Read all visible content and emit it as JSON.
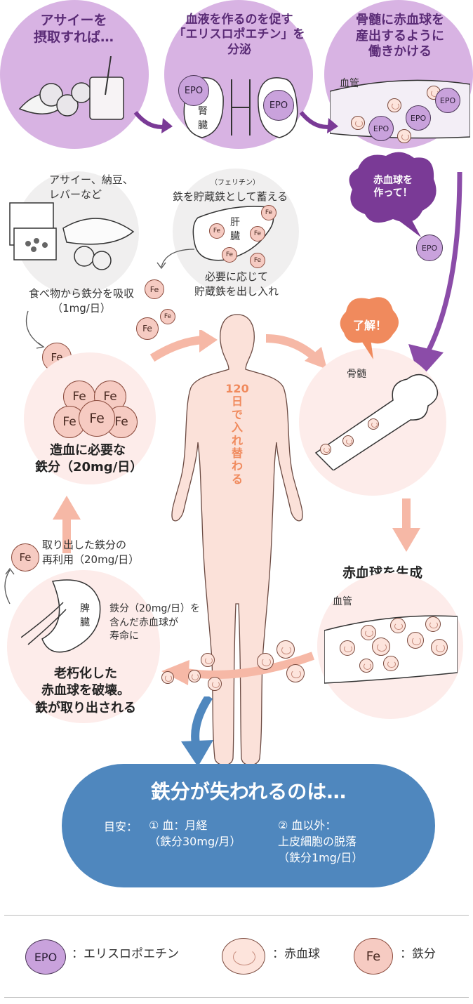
{
  "steps": {
    "acai_title": "アサイーを\n摂取すれば…",
    "kidney_title": "血液を作るのを促す\n「エリスロポエチン」を\n分泌",
    "marrow_title": "骨髄に赤血球を\n産出するように\n働きかける"
  },
  "kidney_label": "腎\n臓",
  "epo_text": "EPO",
  "vessel_label": "血管",
  "speech_make": "赤血球を\n作って！",
  "speech_ok": "了解！",
  "foods": {
    "label": "アサイー、納豆、\nレバーなど",
    "absorb": "食べ物から鉄分を吸収\n（1mg/日）"
  },
  "liver": {
    "ruby": "（フェリチン）",
    "store": "鉄を貯蔵鉄として蓄える",
    "label": "肝\n臓",
    "release": "必要に応じて\n貯蔵鉄を出し入れ"
  },
  "fe_text": "Fe",
  "body_text": "120\n日\nで\n入\nれ\n替\nわ\nる",
  "marrow_label": "骨髄",
  "iron_need": "造血に必要な\n鉄分（20mg/日）",
  "rbc_make": "赤血球を生成",
  "reuse": "取り出した鉄分の\n再利用（20mg/日）",
  "spleen_label": "脾\n臓",
  "spleen_text": "鉄分（20mg/日）を\n含んだ赤血球が\n寿命に",
  "destroy": "老朽化した\n赤血球を破壊。\n鉄が取り出される",
  "loss": {
    "title": "鉄分が失われるのは…",
    "guide": "目安：",
    "item1": "① 血：月経\n（鉄分30mg/月）",
    "item2": "② 血以外：\n上皮細胞の脱落\n（鉄分1mg/日）"
  },
  "legend": {
    "epo": "：エリスロポエチン",
    "rbc": "：赤血球",
    "fe": "：鉄分"
  },
  "colors": {
    "purple": "#d8b3e3",
    "deep_purple": "#7a3a96",
    "orange": "#f08a5d",
    "blue": "#4f87be",
    "pink": "#fdecea"
  }
}
